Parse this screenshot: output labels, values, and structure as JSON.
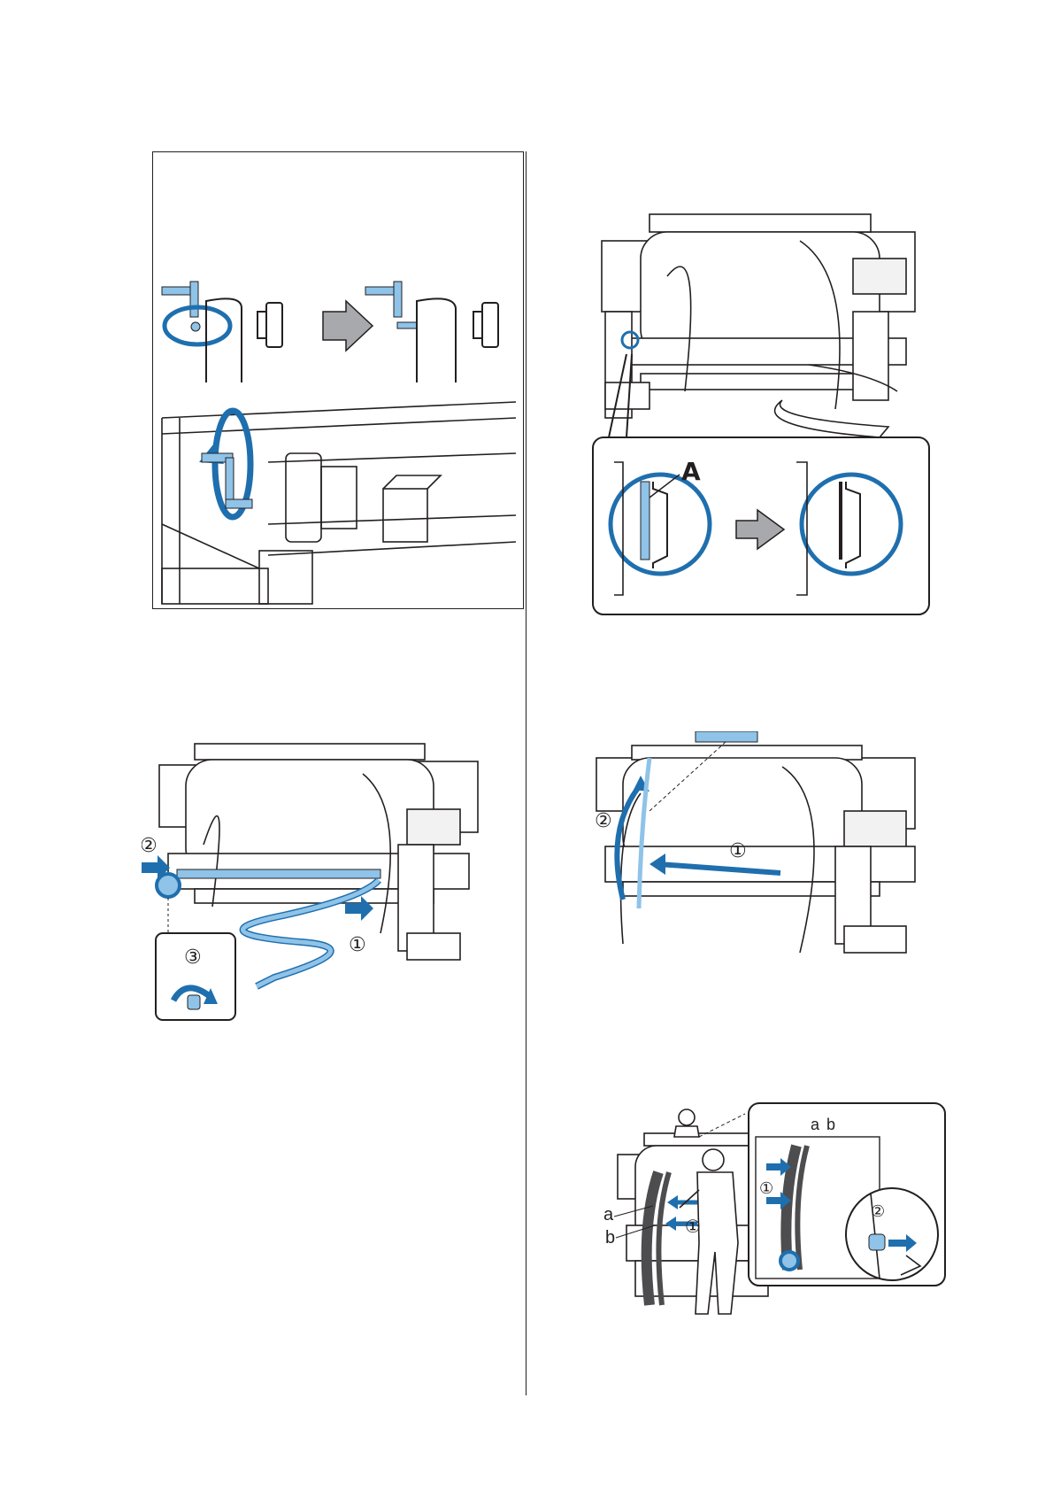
{
  "page": {
    "background": "#ffffff"
  },
  "colors": {
    "accent_blue": "#1f6fae",
    "light_blue": "#8fc3e8",
    "arrow_gray": "#a7a9ac",
    "line": "#231f20"
  },
  "figures": {
    "crank_panel": {
      "icons": [
        "handle-icon",
        "grey-arrow-icon",
        "rotate-arrow-icon"
      ]
    },
    "figure_a": {
      "callout_label": "A",
      "icons": [
        "printer-illustration",
        "zoom-circle-icon",
        "grey-arrow-icon"
      ]
    },
    "figure_b": {
      "step1": "①",
      "step2": "②",
      "step3": "③",
      "icons": [
        "printer-illustration",
        "blue-arrow-icon",
        "knob-turn-icon"
      ]
    },
    "figure_c": {
      "step1": "①",
      "step2": "②",
      "icons": [
        "printer-illustration",
        "blue-arrow-icon"
      ]
    },
    "figure_d": {
      "label_a": "a",
      "label_b": "b",
      "inset_label_a": "a",
      "inset_label_b": "b",
      "step1": "①",
      "inset_step1": "①",
      "inset_step2": "②",
      "icons": [
        "printer-illustration",
        "person-icon",
        "tape-icon"
      ]
    }
  }
}
